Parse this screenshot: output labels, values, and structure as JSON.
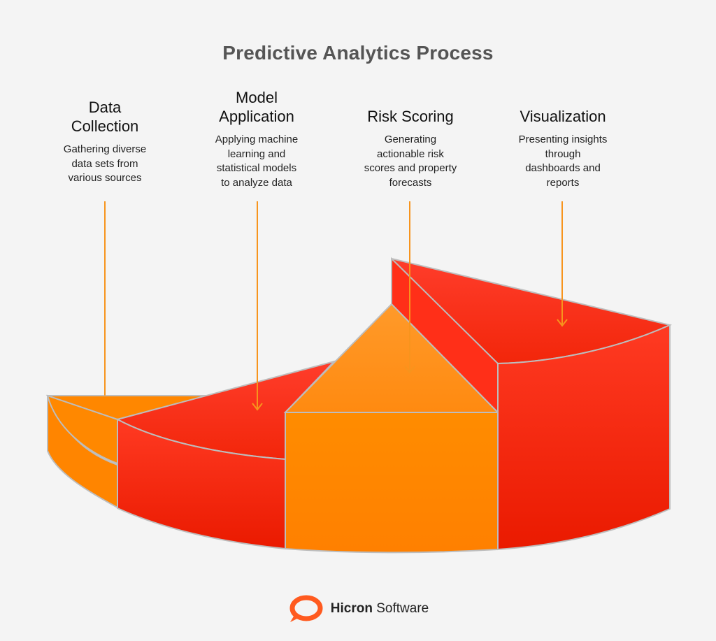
{
  "title": "Predictive Analytics Process",
  "steps": [
    {
      "title_lines": [
        "Data",
        "Collection"
      ],
      "desc_lines": [
        "Gathering diverse",
        "data sets from",
        "various sources"
      ]
    },
    {
      "title_lines": [
        "Model",
        "Application"
      ],
      "desc_lines": [
        "Applying machine",
        "learning and",
        "statistical models",
        "to analyze data"
      ]
    },
    {
      "title_lines": [
        "Risk Scoring"
      ],
      "desc_lines": [
        "Generating",
        "actionable risk",
        "scores and property",
        "forecasts"
      ]
    },
    {
      "title_lines": [
        "Visualization"
      ],
      "desc_lines": [
        "Presenting insights",
        "through",
        "dashboards and",
        "reports"
      ]
    }
  ],
  "brand": {
    "name_bold": "Hicron",
    "name_regular": "Software"
  },
  "colors": {
    "orange": "#ff8a00",
    "red_top": "#ff3b2a",
    "red_bottom": "#f01e00",
    "arrow": "#f7941d",
    "edge": "#b9b9b9",
    "logo": "#ff5a1f"
  },
  "icons": {
    "arrow": "arrow-down-icon",
    "logo": "hicron-logo-icon"
  }
}
